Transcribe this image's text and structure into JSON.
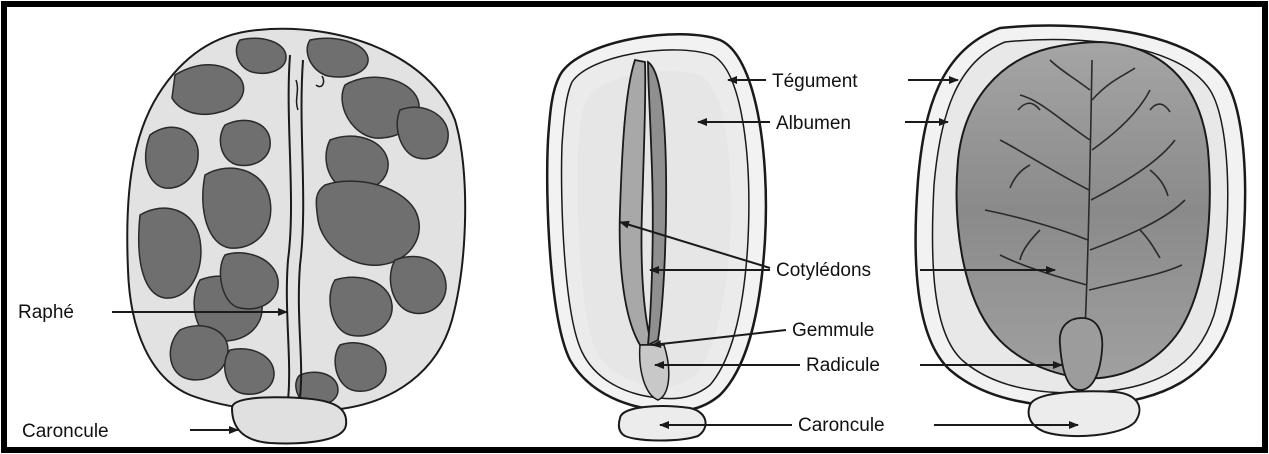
{
  "labels": {
    "raphe": "Raphé",
    "caroncule_left": "Caroncule",
    "tegument": "Tégument",
    "albumen": "Albumen",
    "cotyledons": "Cotylédons",
    "gemmule": "Gemmule",
    "radicule": "Radicule",
    "caroncule_center": "Caroncule"
  },
  "colors": {
    "frame": "#000000",
    "seed_fill": "#dcdcdc",
    "blotch": "#6e6e6e",
    "cotyledon_fill": "#9a9a9a",
    "line": "#1a1a1a"
  }
}
